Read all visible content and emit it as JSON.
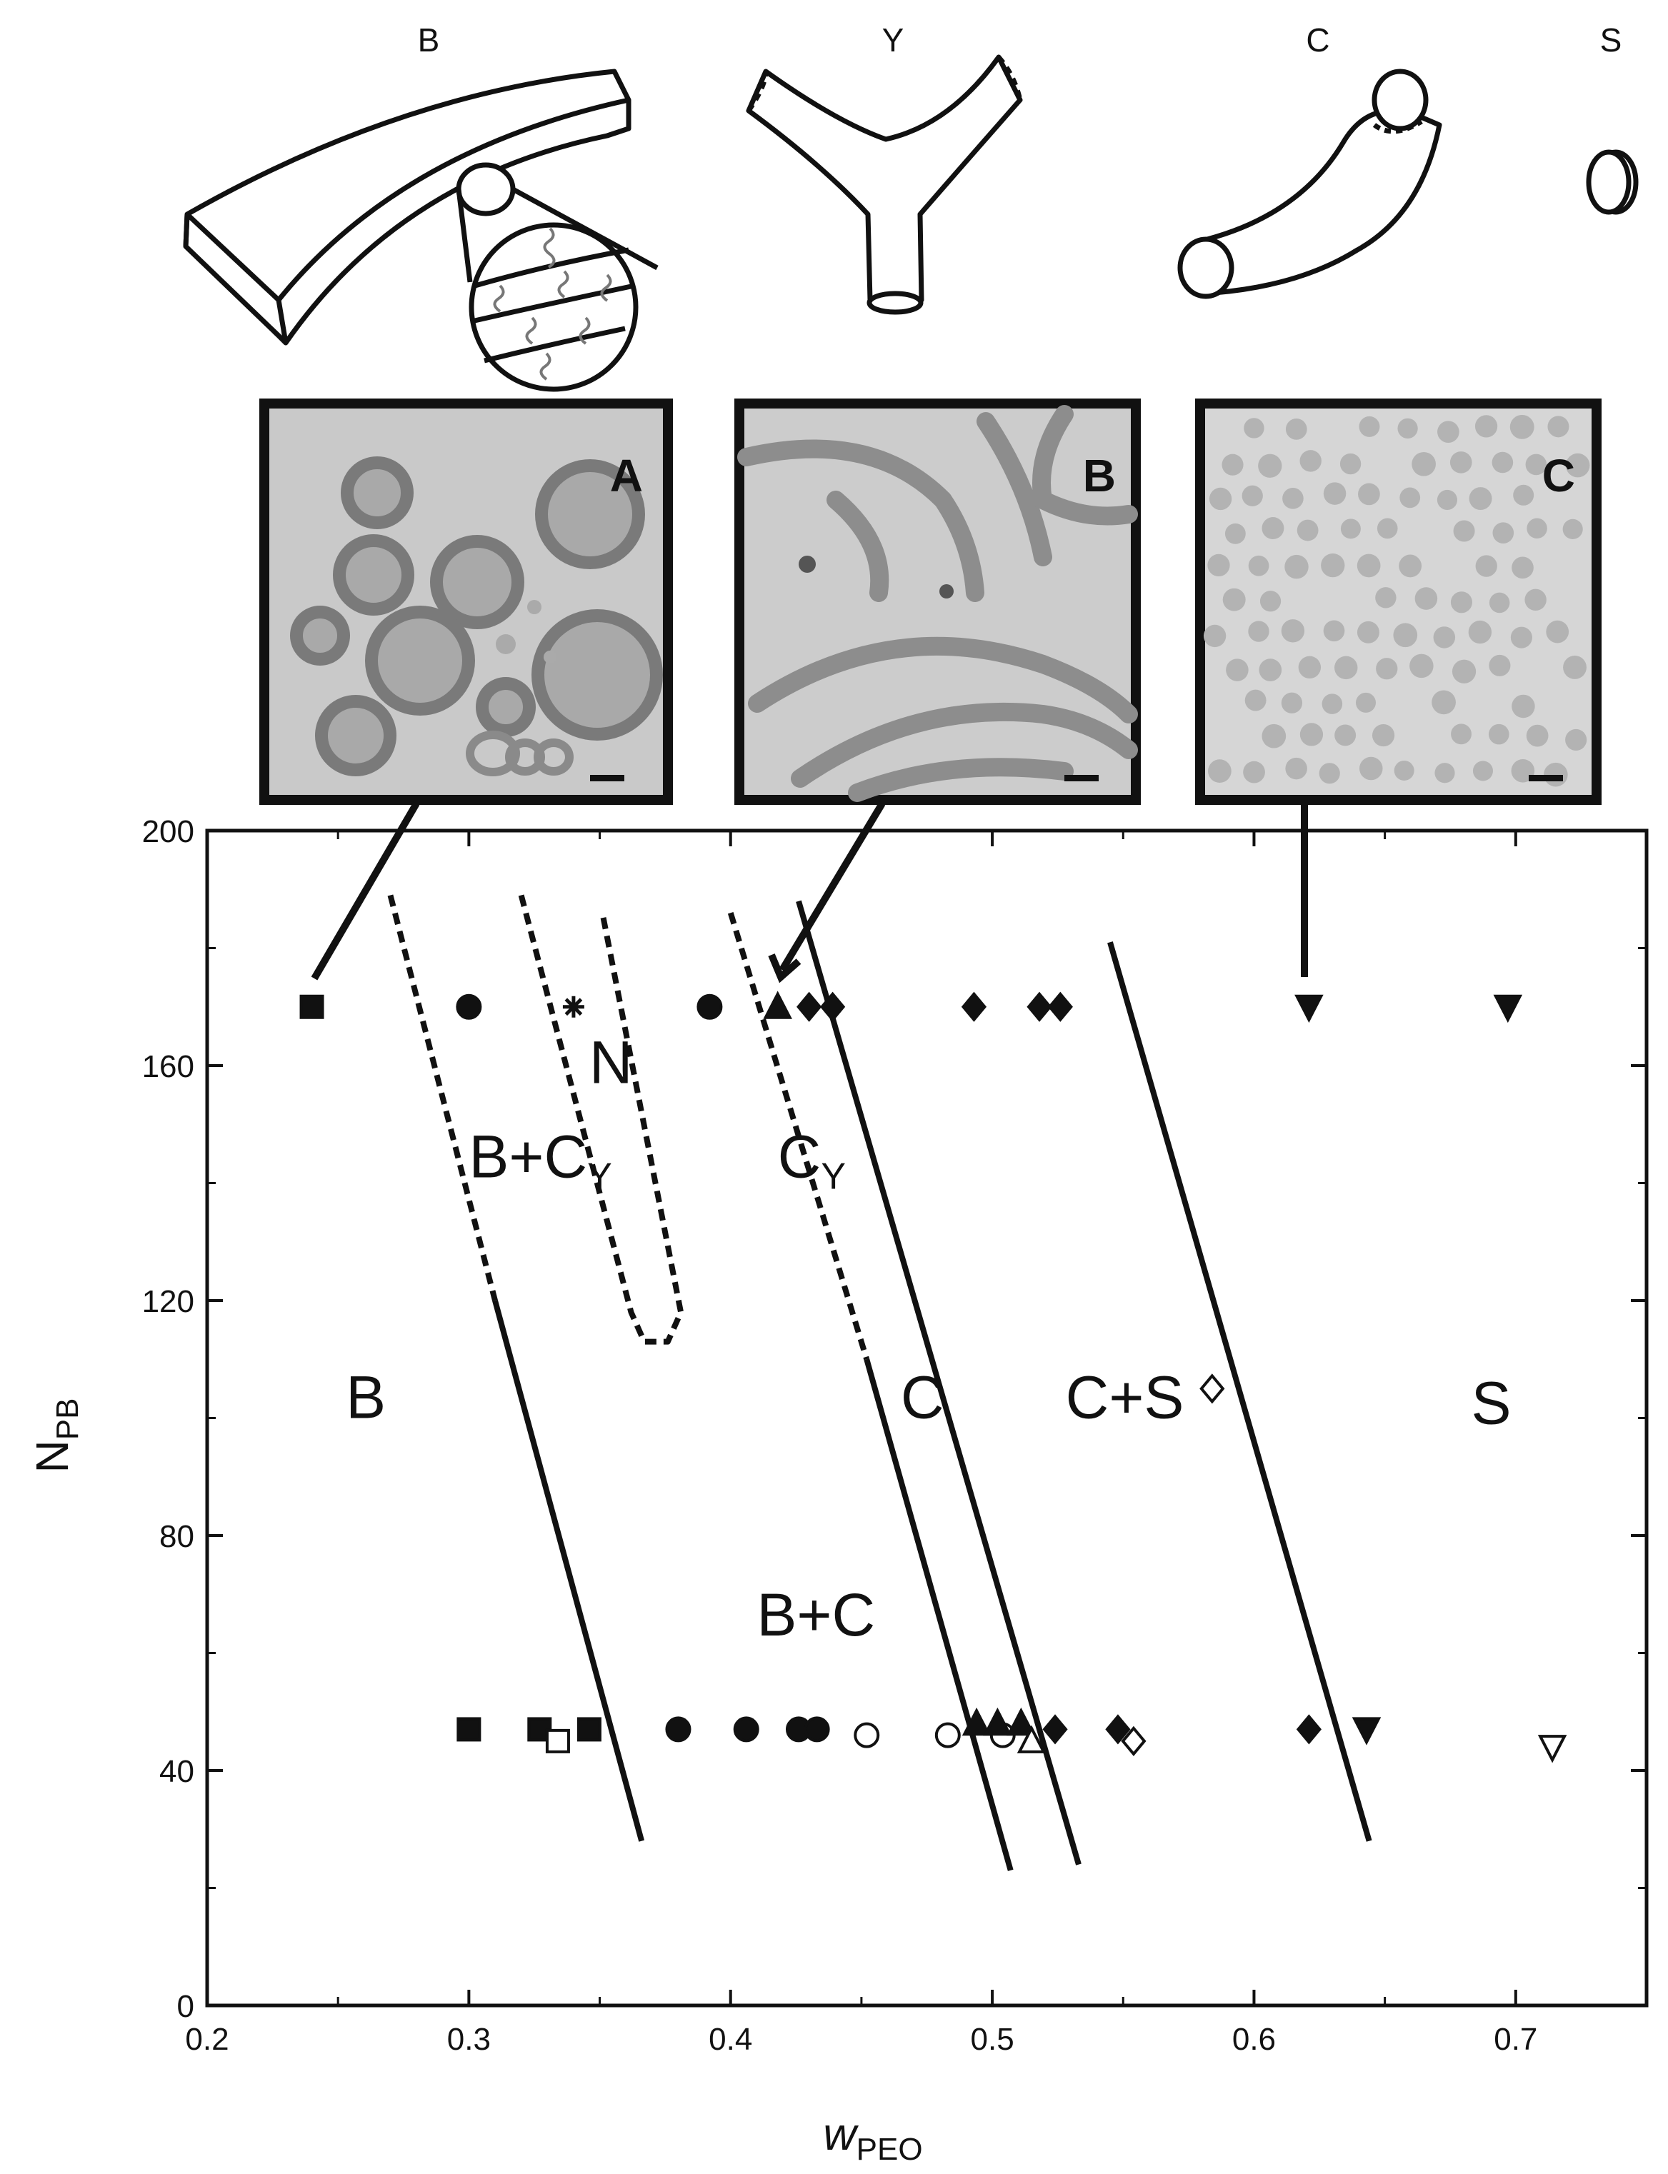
{
  "sketches": [
    {
      "label": "B"
    },
    {
      "label": "Y"
    },
    {
      "label": "C"
    },
    {
      "label": "S"
    }
  ],
  "micrographs": [
    {
      "label": "A"
    },
    {
      "label": "B"
    },
    {
      "label": "C"
    }
  ],
  "chart_data": {
    "type": "scatter",
    "title": "",
    "xlabel": "w",
    "xlabel_sub": "PEO",
    "ylabel": "N",
    "ylabel_sub": "PB",
    "xlim": [
      0.2,
      0.75
    ],
    "ylim": [
      0,
      200
    ],
    "xticks": [
      "0.2",
      "0.3",
      "0.4",
      "0.5",
      "0.6",
      "0.7"
    ],
    "yticks": [
      "0",
      "40",
      "80",
      "120",
      "160",
      "200"
    ],
    "grid": false,
    "legend": "none",
    "series": [
      {
        "marker": "filled-square",
        "points": [
          [
            0.24,
            170
          ],
          [
            0.3,
            47
          ],
          [
            0.327,
            47
          ],
          [
            0.346,
            47
          ]
        ]
      },
      {
        "marker": "open-square",
        "points": [
          [
            0.334,
            45
          ]
        ]
      },
      {
        "marker": "filled-circle",
        "points": [
          [
            0.3,
            170
          ],
          [
            0.392,
            170
          ],
          [
            0.38,
            47
          ],
          [
            0.406,
            47
          ],
          [
            0.426,
            47
          ],
          [
            0.433,
            47
          ]
        ]
      },
      {
        "marker": "open-circle",
        "points": [
          [
            0.452,
            46
          ],
          [
            0.483,
            46
          ],
          [
            0.504,
            46
          ]
        ]
      },
      {
        "marker": "asterisk",
        "points": [
          [
            0.34,
            170
          ]
        ]
      },
      {
        "marker": "filled-triangle-up",
        "points": [
          [
            0.418,
            170
          ],
          [
            0.494,
            48
          ],
          [
            0.502,
            48
          ],
          [
            0.511,
            48
          ]
        ]
      },
      {
        "marker": "open-triangle-up",
        "points": [
          [
            0.515,
            45
          ]
        ]
      },
      {
        "marker": "filled-diamond",
        "points": [
          [
            0.43,
            170
          ],
          [
            0.439,
            170
          ],
          [
            0.493,
            170
          ],
          [
            0.518,
            170
          ],
          [
            0.526,
            170
          ],
          [
            0.524,
            47
          ],
          [
            0.548,
            47
          ],
          [
            0.621,
            47
          ]
        ]
      },
      {
        "marker": "open-diamond",
        "points": [
          [
            0.584,
            105
          ],
          [
            0.554,
            45
          ]
        ]
      },
      {
        "marker": "filled-triangle-down",
        "points": [
          [
            0.621,
            170
          ],
          [
            0.697,
            170
          ],
          [
            0.643,
            47
          ]
        ]
      },
      {
        "marker": "open-triangle-down",
        "points": [
          [
            0.714,
            44
          ]
        ]
      }
    ],
    "boundaries": [
      {
        "style": "dashed",
        "points": [
          [
            0.27,
            189
          ],
          [
            0.31,
            120
          ]
        ]
      },
      {
        "style": "solid",
        "points": [
          [
            0.31,
            120
          ],
          [
            0.366,
            28
          ]
        ]
      },
      {
        "style": "dashed",
        "points": [
          [
            0.32,
            189
          ],
          [
            0.362,
            118
          ],
          [
            0.367,
            113
          ],
          [
            0.376,
            113
          ],
          [
            0.381,
            118
          ],
          [
            0.351,
            186
          ]
        ]
      },
      {
        "style": "dashed",
        "points": [
          [
            0.4,
            186
          ],
          [
            0.452,
            110
          ]
        ]
      },
      {
        "style": "solid",
        "points": [
          [
            0.452,
            110
          ],
          [
            0.507,
            23
          ]
        ]
      },
      {
        "style": "solid",
        "points": [
          [
            0.426,
            188
          ],
          [
            0.533,
            24
          ]
        ]
      },
      {
        "style": "solid",
        "points": [
          [
            0.545,
            181
          ],
          [
            0.644,
            28
          ]
        ]
      }
    ],
    "region_labels": [
      {
        "text": "N",
        "x": 0.346,
        "y": 157
      },
      {
        "text": "B+C",
        "sub": "Y",
        "x": 0.3,
        "y": 141
      },
      {
        "text": "C",
        "sub": "Y",
        "x": 0.418,
        "y": 141
      },
      {
        "text": "B",
        "x": 0.253,
        "y": 100
      },
      {
        "text": "C",
        "x": 0.465,
        "y": 100
      },
      {
        "text": "C+S",
        "x": 0.528,
        "y": 100
      },
      {
        "text": "S",
        "x": 0.683,
        "y": 99
      },
      {
        "text": "B+C",
        "x": 0.41,
        "y": 63
      }
    ]
  }
}
